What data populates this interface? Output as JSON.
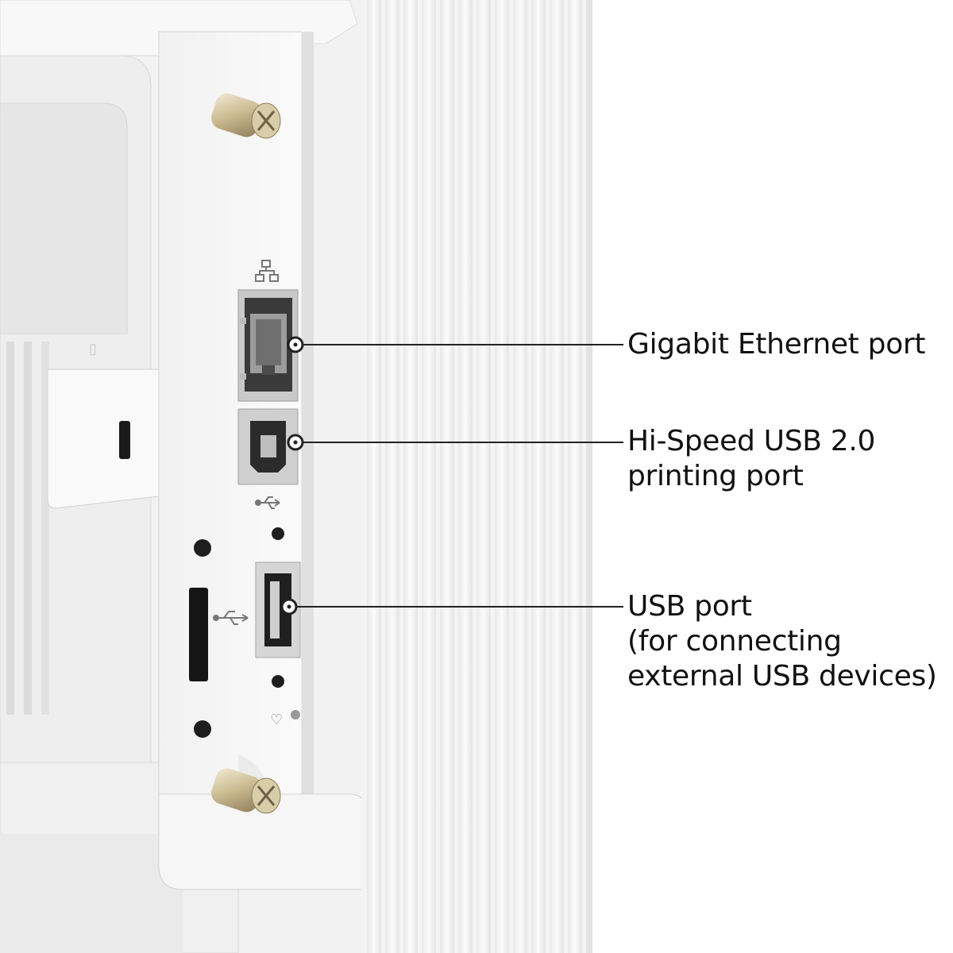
{
  "callouts": {
    "ethernet": {
      "lines": [
        "Gigabit Ethernet port"
      ]
    },
    "usb_printing": {
      "lines": [
        "Hi-Speed USB 2.0",
        "printing port"
      ]
    },
    "usb_host": {
      "lines": [
        "USB port",
        "(for connecting",
        "external USB devices)"
      ]
    }
  },
  "icons": {
    "network_symbol": "network-icon",
    "usb_symbol_upper": "usb-icon",
    "usb_symbol_lower": "usb-icon"
  },
  "colors": {
    "callout_line": "#222222",
    "label_text": "#111111",
    "chassis_white": "#f7f7f7",
    "port_frame": "#bdbdbd",
    "port_dark": "#2a2a2a"
  }
}
